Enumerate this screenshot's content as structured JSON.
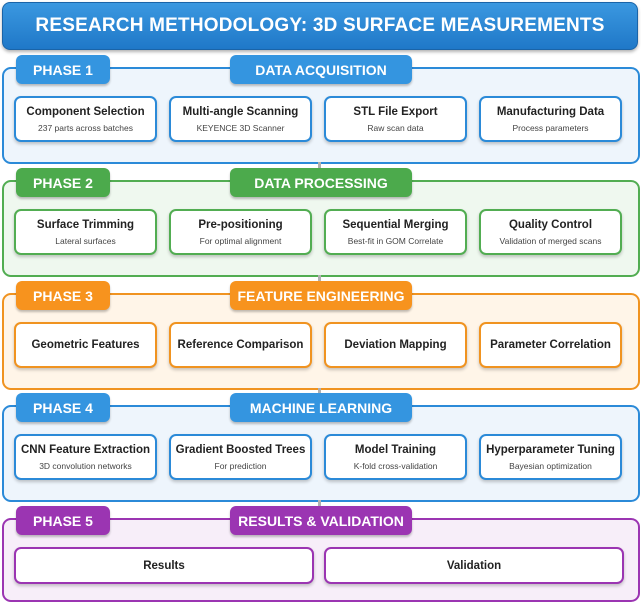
{
  "title": "RESEARCH METHODOLOGY: 3D SURFACE MEASUREMENTS",
  "phases": [
    {
      "label": "PHASE 1",
      "title": "DATA ACQUISITION",
      "color": "#3495e0",
      "boxes": [
        {
          "title": "Component Selection",
          "sub": "237 parts across batches"
        },
        {
          "title": "Multi-angle Scanning",
          "sub": "KEYENCE 3D Scanner"
        },
        {
          "title": "STL File Export",
          "sub": "Raw scan data"
        },
        {
          "title": "Manufacturing Data",
          "sub": "Process parameters"
        }
      ]
    },
    {
      "label": "PHASE 2",
      "title": "DATA PROCESSING",
      "color": "#4caa4c",
      "boxes": [
        {
          "title": "Surface Trimming",
          "sub": "Lateral surfaces"
        },
        {
          "title": "Pre-positioning",
          "sub": "For optimal alignment"
        },
        {
          "title": "Sequential Merging",
          "sub": "Best-fit in GOM Correlate"
        },
        {
          "title": "Quality Control",
          "sub": "Validation of merged scans"
        }
      ]
    },
    {
      "label": "PHASE 3",
      "title": "FEATURE ENGINEERING",
      "color": "#f7931e",
      "boxes": [
        {
          "title": "Geometric Features"
        },
        {
          "title": "Reference Comparison"
        },
        {
          "title": "Deviation Mapping"
        },
        {
          "title": "Parameter Correlation"
        }
      ]
    },
    {
      "label": "PHASE 4",
      "title": "MACHINE LEARNING",
      "color": "#3495e0",
      "boxes": [
        {
          "title": "CNN Feature Extraction",
          "sub": "3D convolution networks"
        },
        {
          "title": "Gradient Boosted Trees",
          "sub": "For prediction"
        },
        {
          "title": "Model Training",
          "sub": "K-fold cross-validation"
        },
        {
          "title": "Hyperparameter Tuning",
          "sub": "Bayesian optimization"
        }
      ]
    },
    {
      "label": "PHASE 5",
      "title": "RESULTS & VALIDATION",
      "color": "#9b35b2",
      "boxes": [
        {
          "title": "Results"
        },
        {
          "title": "Validation"
        }
      ]
    }
  ]
}
